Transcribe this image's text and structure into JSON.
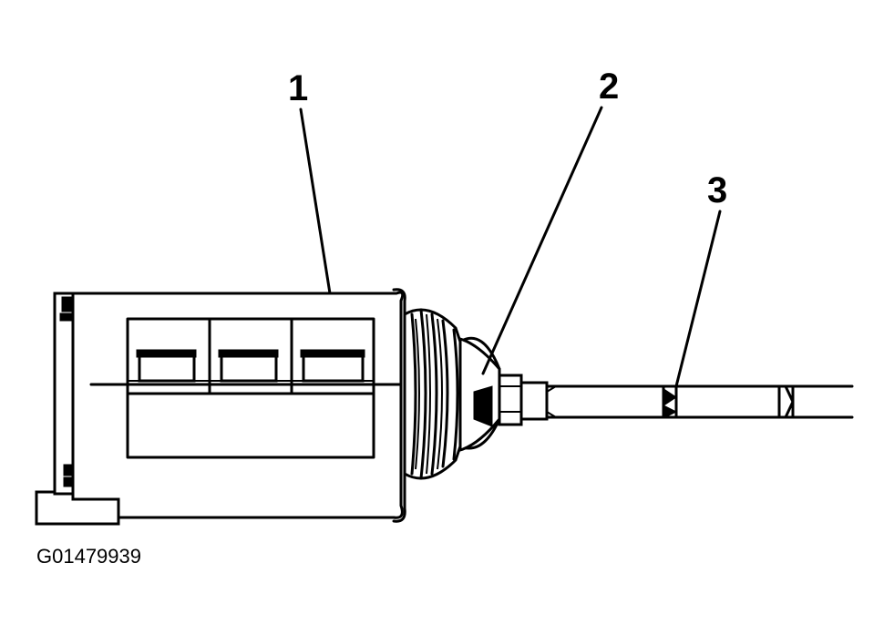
{
  "callouts": {
    "c1": "1",
    "c2": "2",
    "c3": "3"
  },
  "figure_id": "G01479939",
  "colors": {
    "line": "#000000",
    "background": "#ffffff"
  }
}
